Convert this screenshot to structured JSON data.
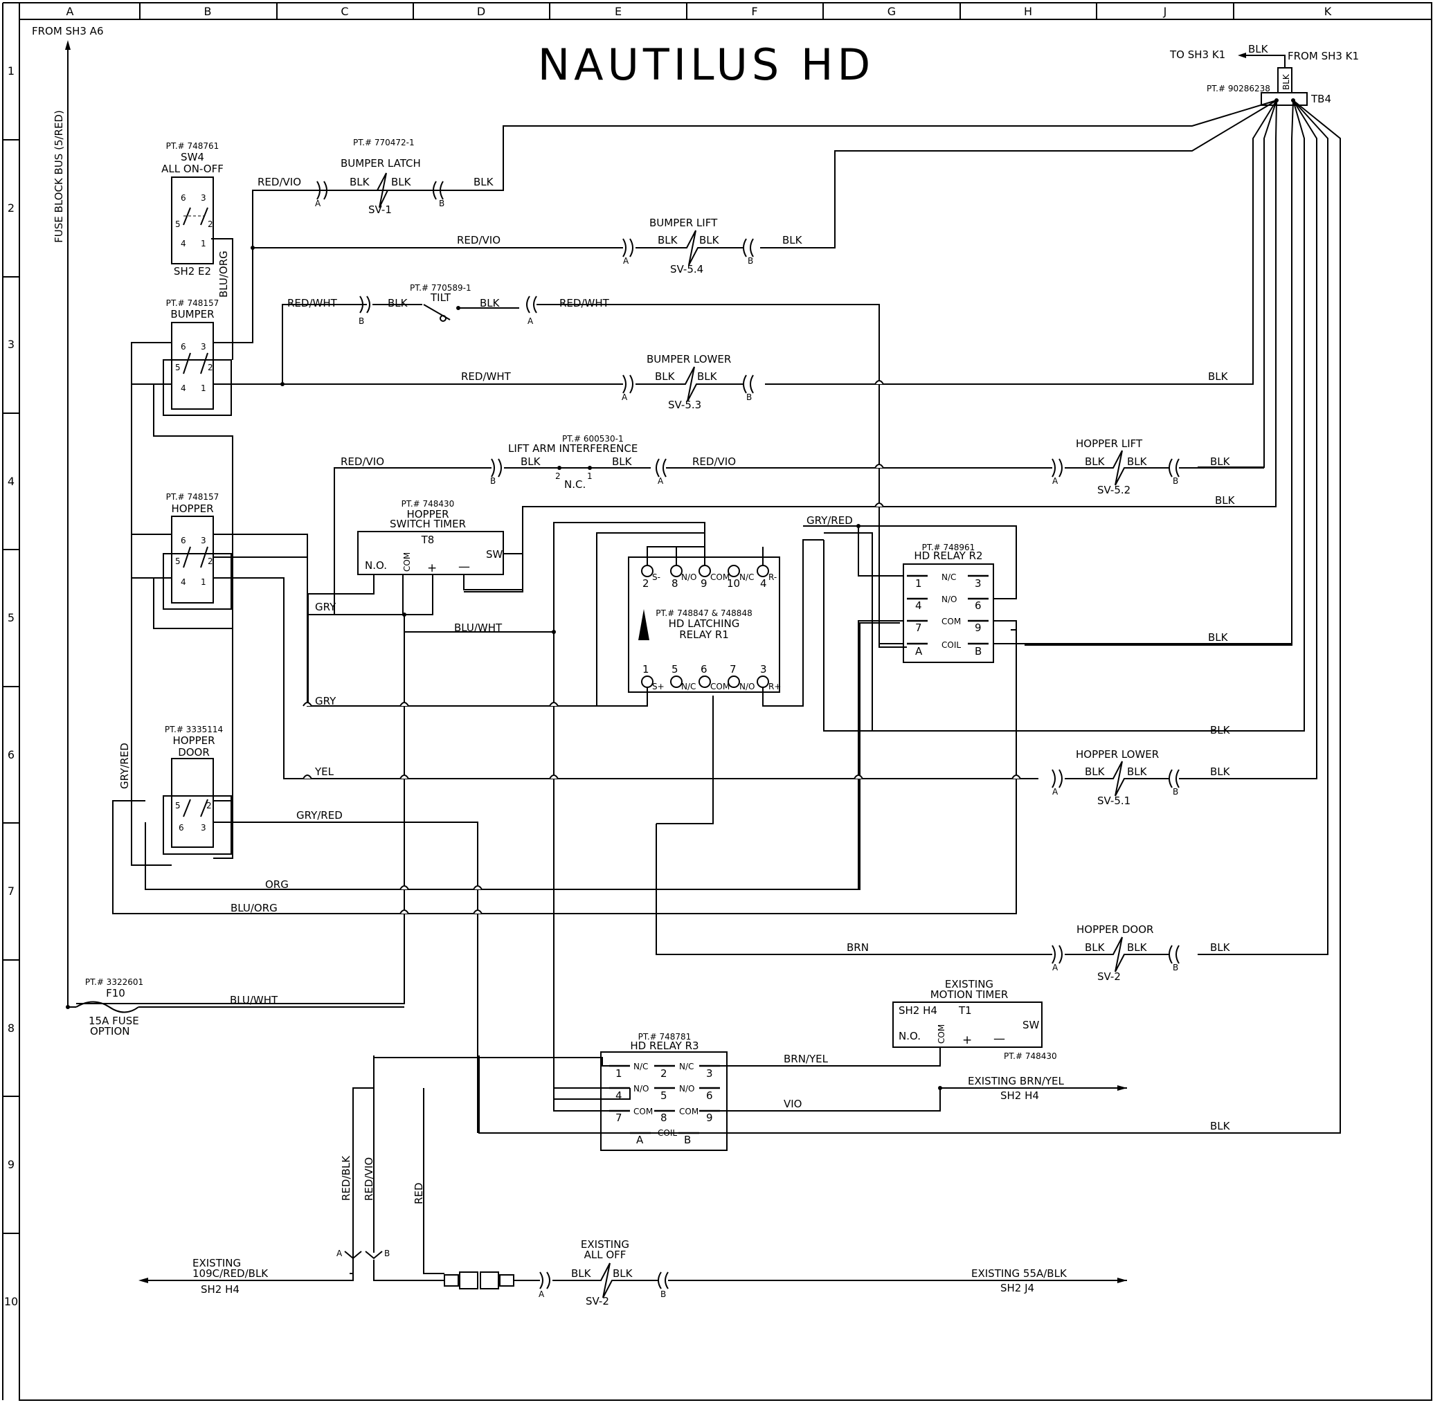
{
  "title": "NAUTILUS HD",
  "grid": {
    "columns": [
      "A",
      "B",
      "C",
      "D",
      "E",
      "F",
      "G",
      "H",
      "J",
      "K"
    ],
    "rows": [
      "1",
      "2",
      "3",
      "4",
      "5",
      "6",
      "7",
      "8",
      "9",
      "10"
    ]
  },
  "refs": {
    "from_sh3_a6": "FROM SH3 A6",
    "fuse_bus": "FUSE BLOCK BUS (5/RED)",
    "to_sh3_k1": "TO SH3 K1",
    "from_sh3_k1": "FROM SH3 K1",
    "tb4_part": "PT.# 90286238",
    "tb4": "TB4"
  },
  "components": {
    "sw4": {
      "part": "PT.# 748761",
      "name": "SW4",
      "desc": "ALL ON-OFF",
      "ref": "SH2 E2"
    },
    "bumper_sw": {
      "part": "PT.# 748157",
      "name": "BUMPER"
    },
    "hopper_sw": {
      "part": "PT.# 748157",
      "name": "HOPPER"
    },
    "hopper_door_sw": {
      "part": "PT.# 3335114",
      "name1": "HOPPER",
      "name2": "DOOR"
    },
    "bumper_latch": {
      "part": "PT.# 770472-1",
      "name": "BUMPER LATCH",
      "ref": "SV-1"
    },
    "bumper_lift": {
      "name": "BUMPER LIFT",
      "ref": "SV-5.4"
    },
    "tilt": {
      "part": "PT.# 770589-1",
      "name": "TILT"
    },
    "bumper_lower": {
      "name": "BUMPER LOWER",
      "ref": "SV-5.3"
    },
    "lift_arm": {
      "part": "PT.# 600530-1",
      "name": "LIFT ARM INTERFERENCE",
      "nc": "N.C."
    },
    "hopper_lift": {
      "name": "HOPPER LIFT",
      "ref": "SV-5.2"
    },
    "timer_t8": {
      "part": "PT.# 748430",
      "name1": "HOPPER",
      "name2": "SWITCH TIMER",
      "id": "T8",
      "no": "N.O.",
      "com": "COM",
      "plus": "+",
      "minus": "—",
      "sw": "SW"
    },
    "relay_r1": {
      "part": "PT.# 748847 & 748848",
      "name1": "HD LATCHING",
      "name2": "RELAY R1"
    },
    "relay_r2": {
      "part": "PT.# 748961",
      "name": "HD RELAY R2"
    },
    "hopper_lower": {
      "name": "HOPPER LOWER",
      "ref": "SV-5.1"
    },
    "hopper_door_valve": {
      "name": "HOPPER DOOR",
      "ref": "SV-2"
    },
    "fuse": {
      "part": "PT.# 3322601",
      "name": "F10",
      "desc1": "15A FUSE",
      "desc2": "OPTION"
    },
    "relay_r3": {
      "part": "PT.# 748781",
      "name": "HD RELAY R3"
    },
    "motion_timer": {
      "label1": "EXISTING",
      "label2": "MOTION TIMER",
      "ref": "SH2 H4",
      "id": "T1",
      "no": "N.O.",
      "com": "COM",
      "plus": "+",
      "minus": "—",
      "sw": "SW",
      "part": "PT.# 748430"
    },
    "all_off": {
      "label1": "EXISTING",
      "label2": "ALL OFF",
      "ref": "SV-2"
    }
  },
  "pins": {
    "r1_top": [
      "2",
      "8",
      "9",
      "10",
      "4"
    ],
    "r1_top_sub": [
      "S-",
      "N/O",
      "COM",
      "N/C",
      "R-"
    ],
    "r1_bot": [
      "1",
      "5",
      "6",
      "7",
      "3"
    ],
    "r1_bot_sub": [
      "S+",
      "N/C",
      "COM",
      "N/O",
      "R+"
    ],
    "r2_left": [
      "1",
      "4",
      "7",
      "A"
    ],
    "r2_right": [
      "3",
      "6",
      "9",
      "B"
    ],
    "r2_mid": [
      "N/C",
      "N/O",
      "COM",
      "COIL"
    ],
    "r3_col1": [
      "1",
      "4",
      "7"
    ],
    "r3_col2": [
      "2",
      "5",
      "8"
    ],
    "r3_col3": [
      "3",
      "6",
      "9"
    ],
    "r3_mid": [
      "N/C",
      "N/O",
      "COM"
    ],
    "r3_coil": [
      "A",
      "COIL",
      "B"
    ],
    "sw_top": [
      "6",
      "3"
    ],
    "sw_mid": [
      "5",
      "2"
    ],
    "sw_bot": [
      "4",
      "1"
    ],
    "door_mid": [
      "5",
      "2"
    ],
    "door_bot": [
      "6",
      "3"
    ],
    "lift_arm_pins": [
      "2",
      "1"
    ],
    "conn_a": "A",
    "conn_b": "B"
  },
  "wires": {
    "blk": "BLK",
    "red_vio": "RED/VIO",
    "red_wht": "RED/WHT",
    "blu_org": "BLU/ORG",
    "gry_red": "GRY/RED",
    "gry": "GRY",
    "blu_wht": "BLU/WHT",
    "yel": "YEL",
    "org": "ORG",
    "brn": "BRN",
    "brn_yel": "BRN/YEL",
    "vio": "VIO",
    "red_blk": "RED/BLK",
    "red": "RED"
  },
  "offsheet": {
    "existing_brn_yel": "EXISTING BRN/YEL",
    "existing_brn_yel_ref": "SH2 H4",
    "existing_109c_1": "EXISTING",
    "existing_109c_2": "109C/RED/BLK",
    "existing_109c_ref": "SH2 H4",
    "existing_55a": "EXISTING 55A/BLK",
    "existing_55a_ref": "SH2 J4"
  }
}
